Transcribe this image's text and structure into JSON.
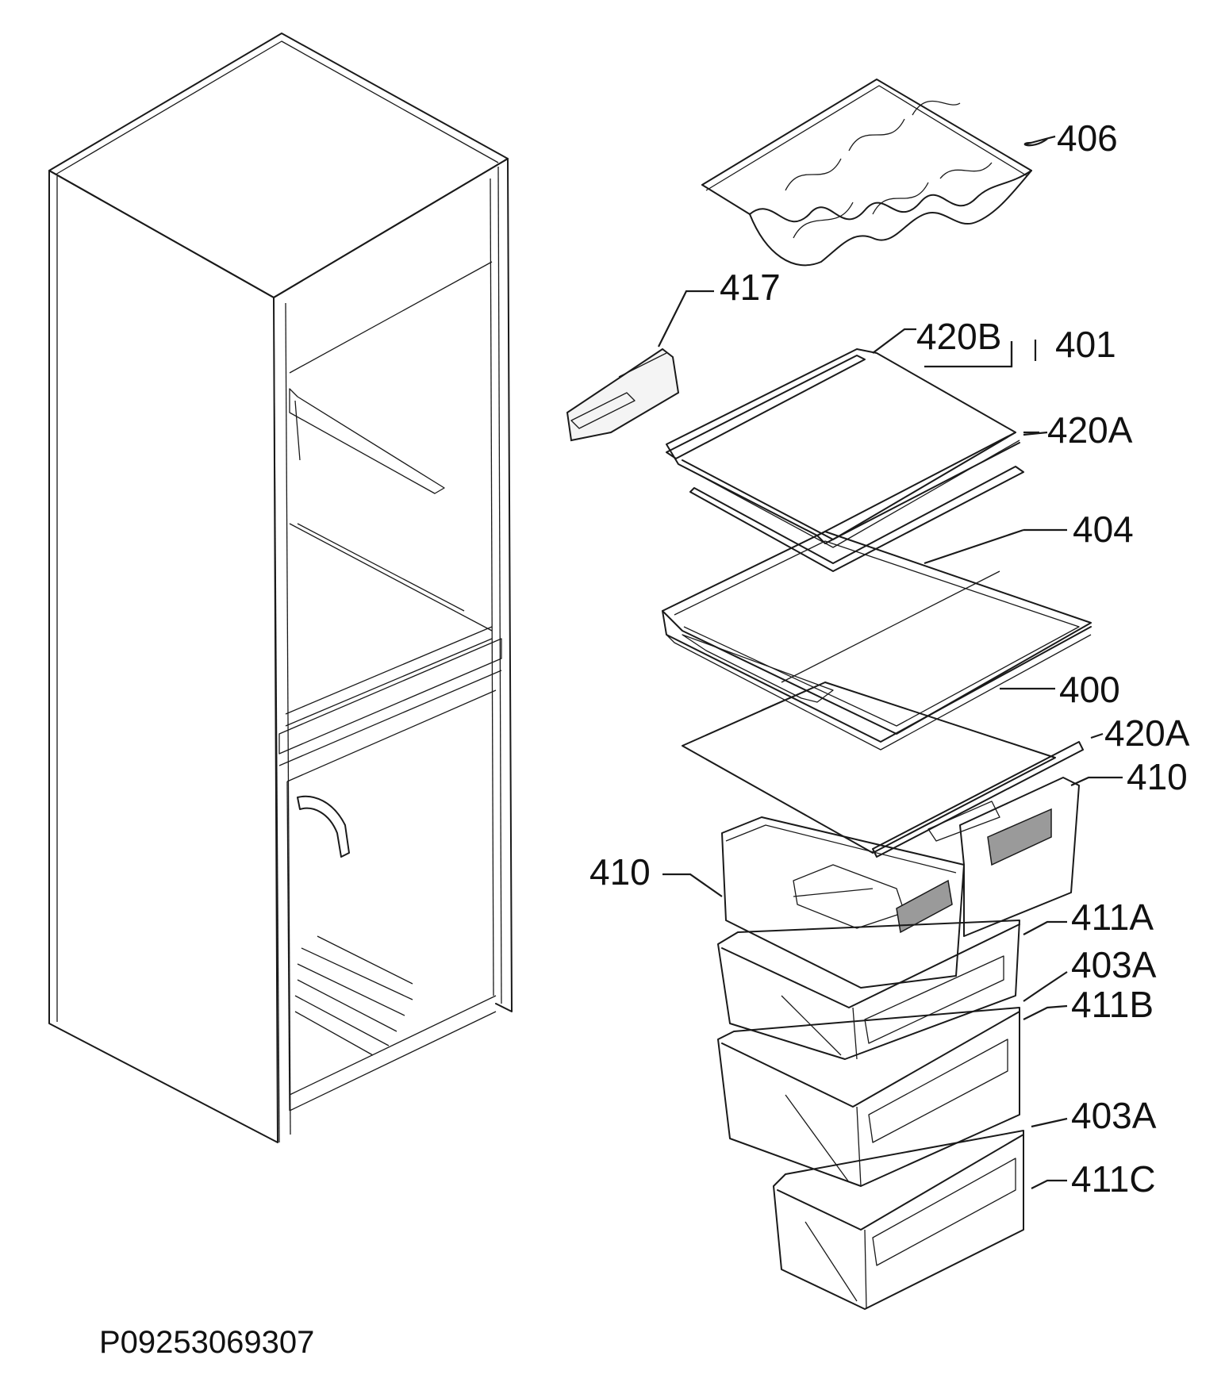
{
  "drawing_code": "P09253069307",
  "parts": [
    {
      "id": "part-406",
      "label": "406"
    },
    {
      "id": "part-417",
      "label": "417"
    },
    {
      "id": "part-420B",
      "label": "420B"
    },
    {
      "id": "part-401",
      "label": "401"
    },
    {
      "id": "part-420A-top",
      "label": "420A"
    },
    {
      "id": "part-404",
      "label": "404"
    },
    {
      "id": "part-400",
      "label": "400"
    },
    {
      "id": "part-420A-lower",
      "label": "420A"
    },
    {
      "id": "part-410-right",
      "label": "410"
    },
    {
      "id": "part-410-left",
      "label": "410"
    },
    {
      "id": "part-411A",
      "label": "411A"
    },
    {
      "id": "part-403A-top",
      "label": "403A"
    },
    {
      "id": "part-411B",
      "label": "411B"
    },
    {
      "id": "part-403A-lower",
      "label": "403A"
    },
    {
      "id": "part-411C",
      "label": "411C"
    }
  ]
}
